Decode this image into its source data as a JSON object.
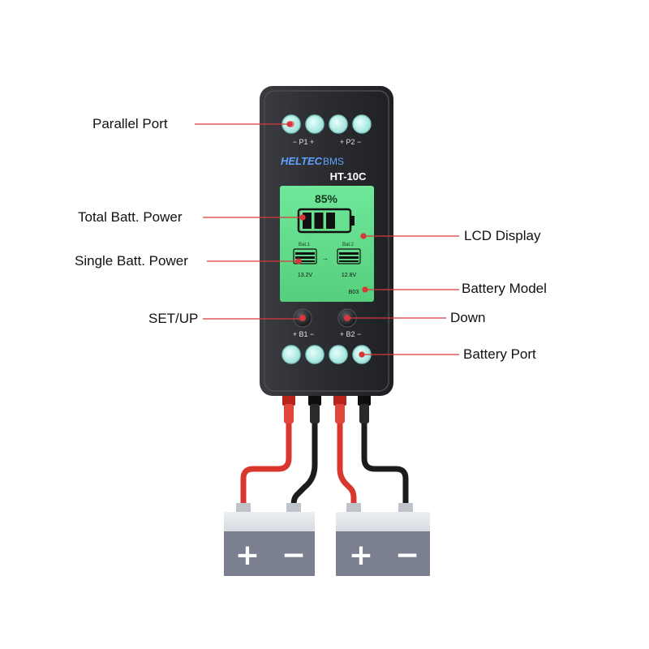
{
  "device": {
    "brand_logo_text": "HELTEC",
    "brand_logo_suffix": "BMS",
    "model": "HT-10C",
    "top_port_left_label": "− P1 +",
    "top_port_right_label": "+ P2 −",
    "bottom_port_left_label": "+ B1 −",
    "bottom_port_right_label": "+ B2 −",
    "lcd": {
      "percent": "85%",
      "battery_level_fraction": 0.85,
      "bat1_label": "Bat.1",
      "bat2_label": "Bat.2",
      "bat1_voltage": "13.2V",
      "bat2_voltage": "12.8V",
      "model_code": "B03"
    }
  },
  "callouts": {
    "parallel_port": "Parallel Port",
    "total_batt_power": "Total Batt. Power",
    "single_batt_power": "Single Batt. Power",
    "set_up": "SET/UP",
    "lcd_display": "LCD Display",
    "battery_model": "Battery Model",
    "down": "Down",
    "battery_port": "Battery Port"
  },
  "batteries": [
    {
      "positive_symbol": "+",
      "negative_symbol": "−"
    },
    {
      "positive_symbol": "+",
      "negative_symbol": "−"
    }
  ],
  "colors": {
    "callout_line": "#d9383a",
    "lcd_background": "#66e08a",
    "terminal_cyan": "#bff0ec",
    "device_body": "#2a2c30",
    "wire_red": "#d9362d",
    "wire_black": "#1c1c1c",
    "battery_body": "#7b8090"
  }
}
